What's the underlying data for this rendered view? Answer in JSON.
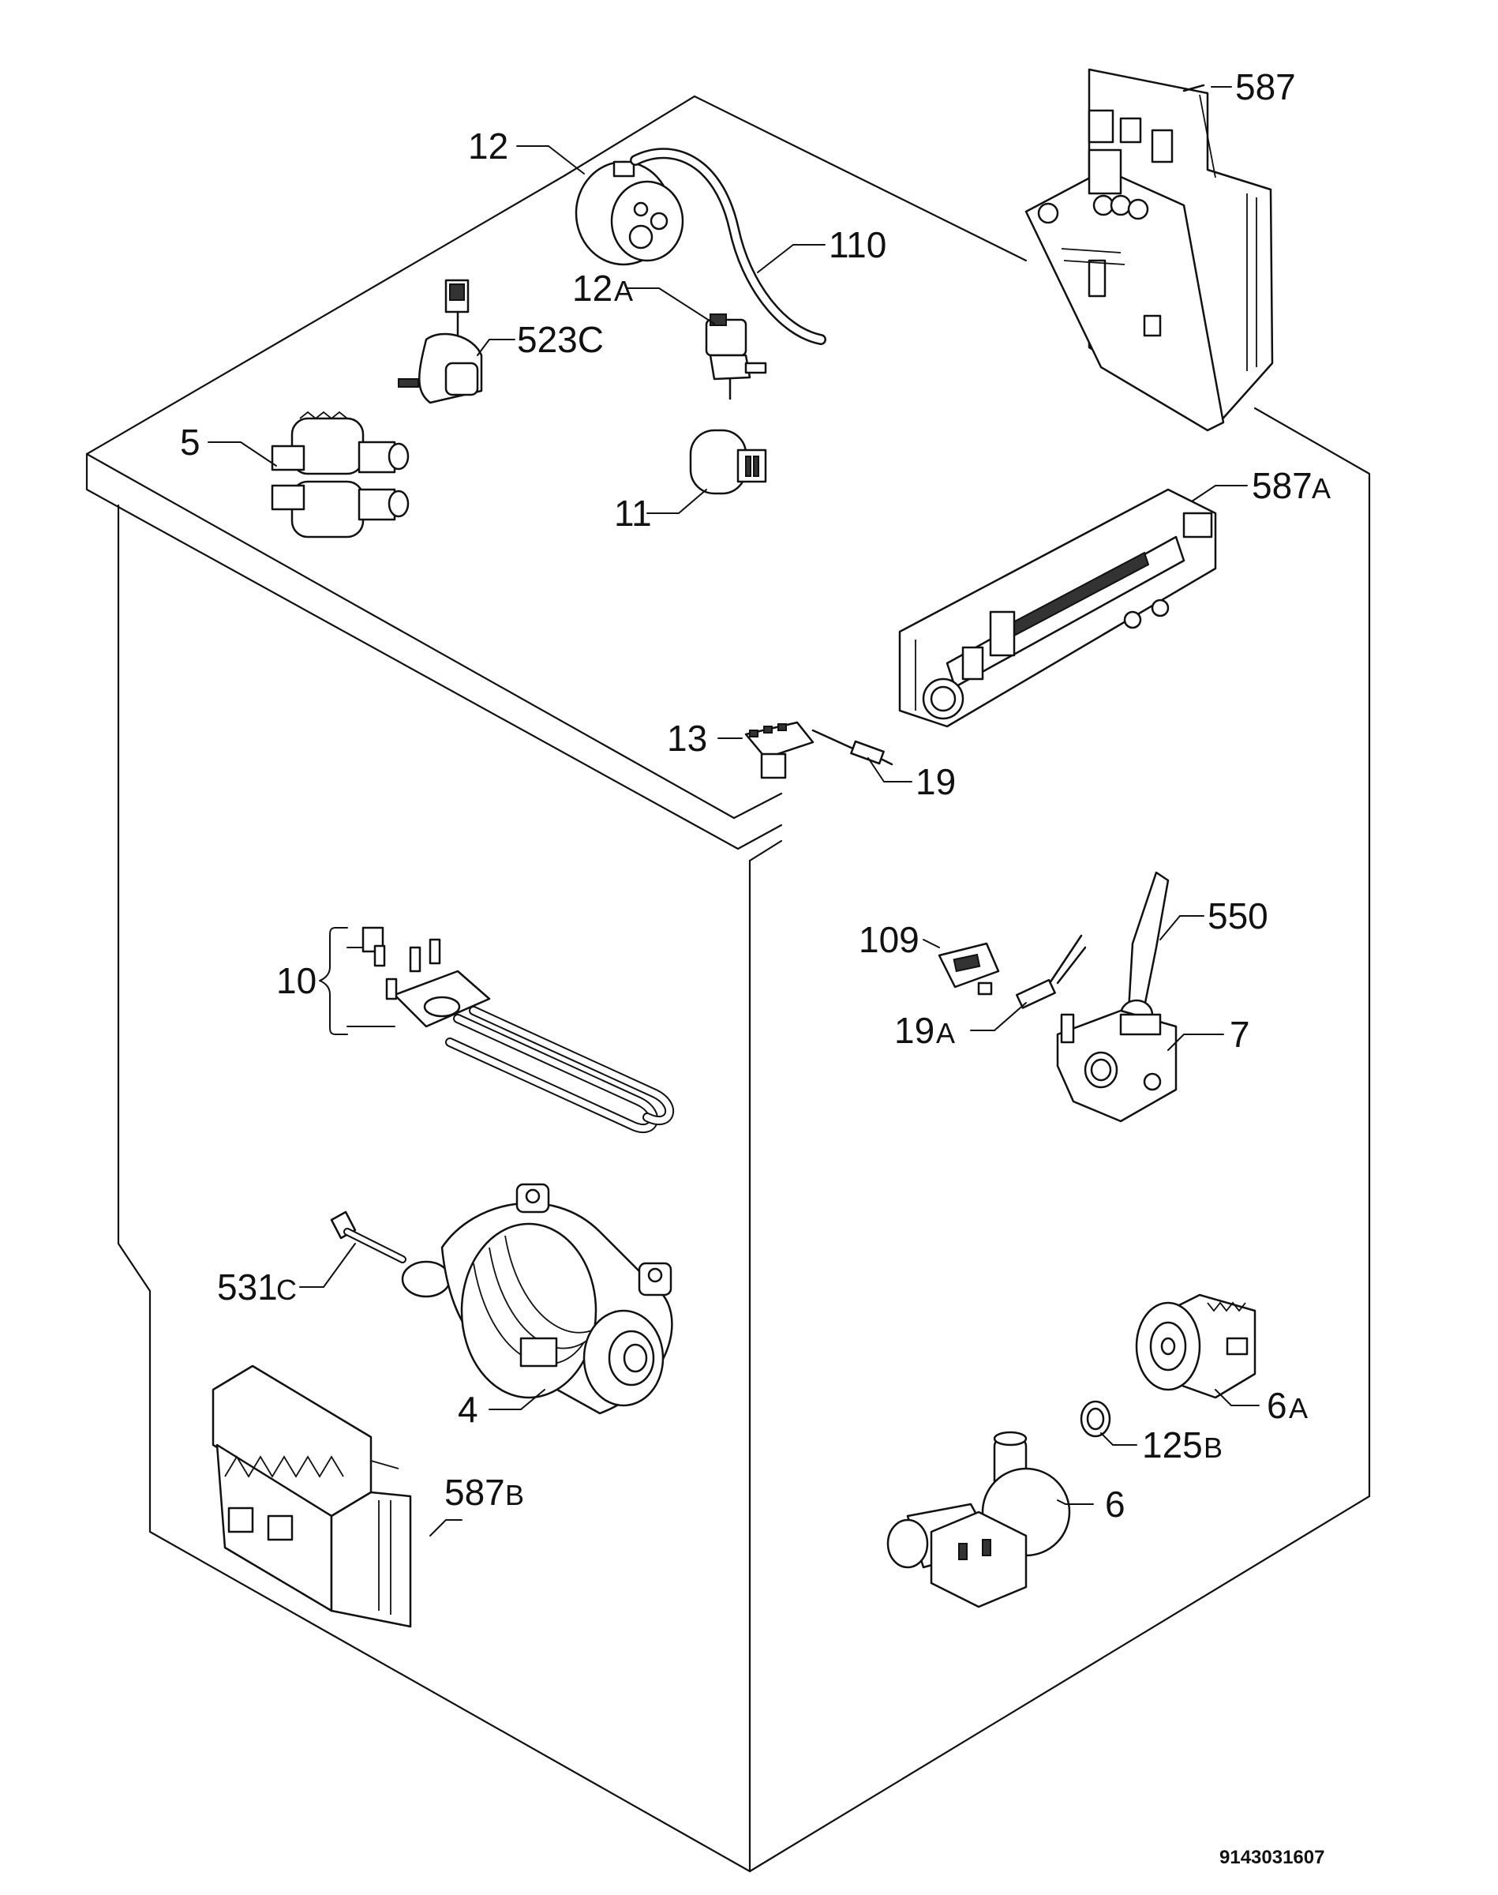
{
  "labels": {
    "l587": "587",
    "l12": "12",
    "l110": "110",
    "l12A_num": "12",
    "l12A_suf": "A",
    "l523C": "523C",
    "l5": "5",
    "l11": "11",
    "l587A_num": "587",
    "l587A_suf": "A",
    "l13": "13",
    "l19": "19",
    "l10": "10",
    "l109": "109",
    "l550": "550",
    "l19A_num": "19",
    "l19A_suf": "A",
    "l7": "7",
    "l531C_num": "531",
    "l531C_suf": "C",
    "l4": "4",
    "l6A_num": "6",
    "l6A_suf": "A",
    "l125B_num": "125",
    "l125B_suf": "B",
    "l587B_num": "587",
    "l587B_suf": "B",
    "l6": "6"
  },
  "drawing_code": "9143031607",
  "colors": {
    "line": "#111111",
    "background": "#ffffff"
  }
}
